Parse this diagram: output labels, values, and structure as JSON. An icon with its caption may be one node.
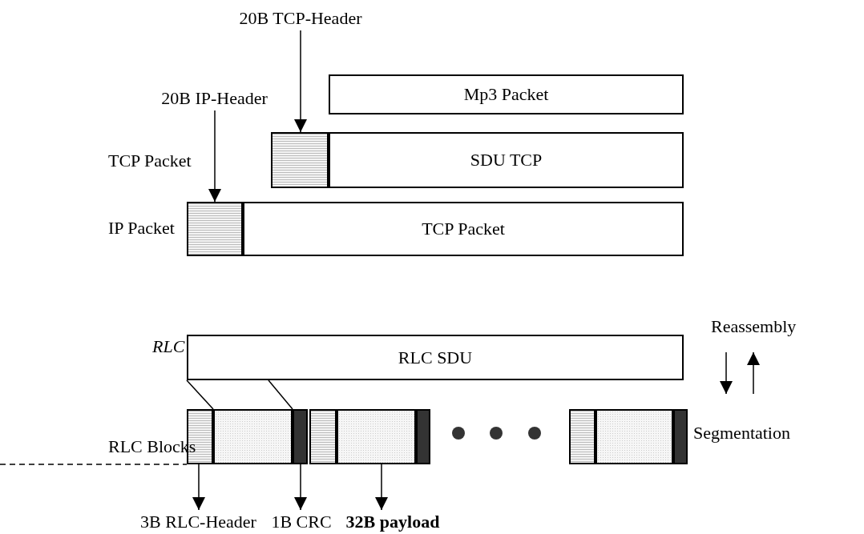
{
  "diagram": {
    "nodes": [
      {
        "text": [
          "20B TCP-Header"
        ]
      },
      {
        "text": [
          "Mp3 Packet"
        ]
      },
      {
        "text": [],
        "shape": "box"
      },
      {
        "text": [
          "SDU TCP"
        ]
      },
      {
        "text": [
          "20B IP-Header"
        ]
      },
      {
        "text": [],
        "shape": "box"
      },
      {
        "text": [
          "TCP Packet"
        ]
      },
      {
        "text": [
          "RLC SDU"
        ]
      },
      {
        "text": [],
        "shape": "box"
      },
      {
        "text": [],
        "shape": "box"
      },
      {
        "text": [],
        "shape": "box"
      },
      {
        "text": [],
        "shape": "box"
      },
      {
        "text": [],
        "shape": "box"
      },
      {
        "text": [],
        "shape": "box"
      },
      {
        "text": [],
        "shape": "box"
      },
      {
        "text": [],
        "shape": "box"
      },
      {
        "text": [],
        "shape": "box"
      },
      {
        "text": [
          "3B RLC-Header"
        ]
      },
      {
        "text": [
          "1B CRC"
        ]
      },
      {
        "text": [
          "32B payload"
        ]
      }
    ],
    "edges": [
      {
        "from": 0,
        "to": 2,
        "arrow": "to"
      },
      {
        "from": 4,
        "to": 5,
        "arrow": "to"
      },
      {
        "from": 7,
        "to": 9,
        "arrow": "none"
      },
      {
        "from": 7,
        "to": 9,
        "arrow": "none"
      },
      {
        "from": 8,
        "to": 17,
        "arrow": "to"
      },
      {
        "from": 10,
        "to": 18,
        "arrow": "to"
      },
      {
        "from": 12,
        "to": 19,
        "arrow": "to"
      }
    ],
    "labels": [
      "TCP Packet",
      "IP Packet",
      "Reassembly",
      "RLC",
      "Segmentation",
      "RLC Blocks"
    ]
  }
}
